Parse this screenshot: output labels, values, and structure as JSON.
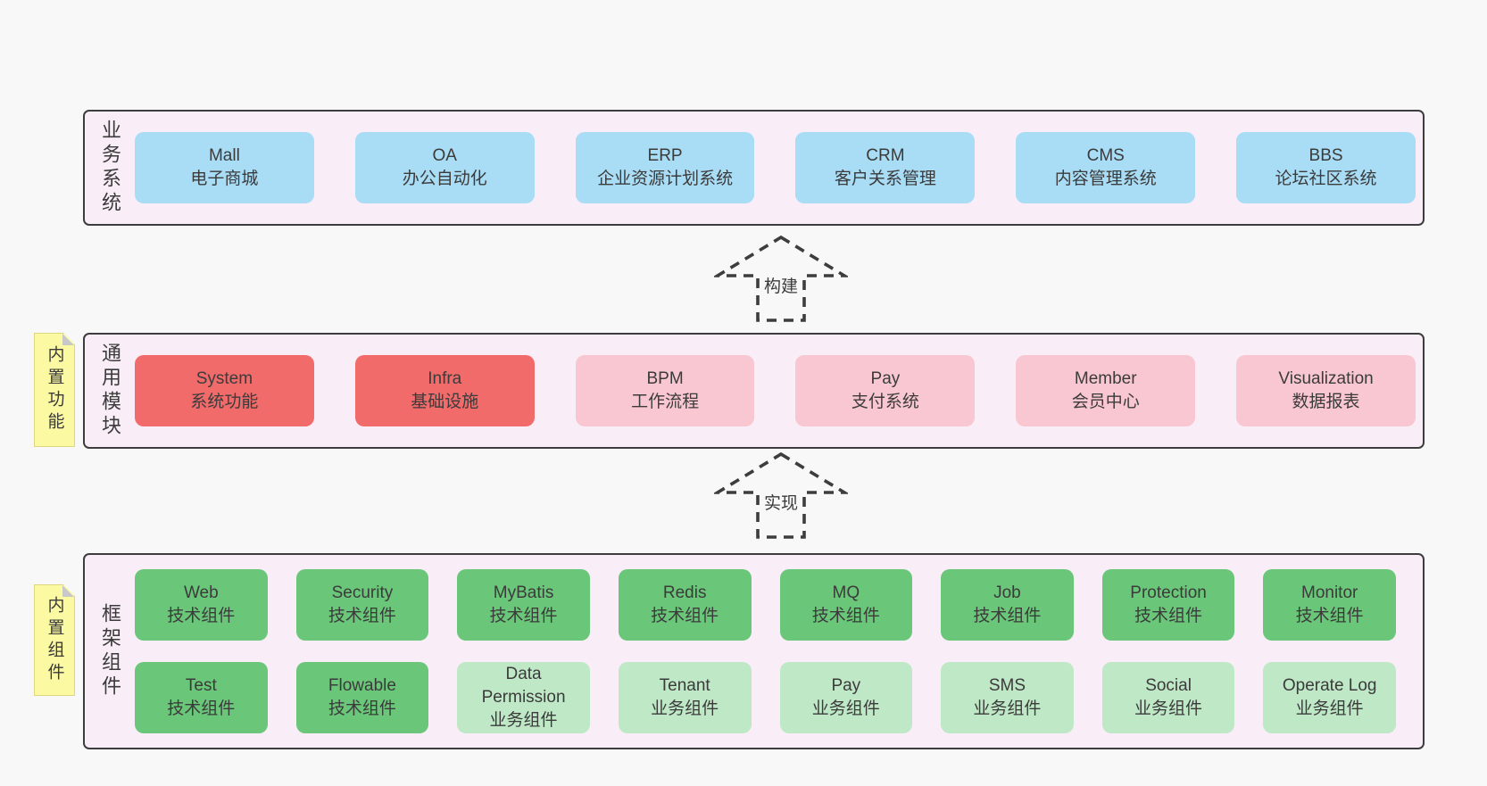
{
  "colors": {
    "page-bg": "#f8f8f8",
    "panel-bg": "#f9eef7",
    "line": "#3d3d3d",
    "text": "#3b3b3b",
    "box-blue": "#a9dcf5",
    "box-red": "#f16b6b",
    "box-pink": "#f9c7d1",
    "box-green": "#6ac678",
    "box-green-light": "#bfe8c7",
    "sticky-bg": "#fbf9a2",
    "sticky-fold": "#c8c8c8"
  },
  "arrows": [
    {
      "label": "构建"
    },
    {
      "label": "实现"
    }
  ],
  "sections": [
    {
      "label": "业务系统",
      "rows": [
        [
          {
            "name": "Mall",
            "desc": "电子商城"
          },
          {
            "name": "OA",
            "desc": "办公自动化"
          },
          {
            "name": "ERP",
            "desc": "企业资源计划系统"
          },
          {
            "name": "CRM",
            "desc": "客户关系管理"
          },
          {
            "name": "CMS",
            "desc": "内容管理系统"
          },
          {
            "name": "BBS",
            "desc": "论坛社区系统"
          }
        ]
      ]
    },
    {
      "label": "通用模块",
      "sticky": "内置功能",
      "rows": [
        [
          {
            "name": "System",
            "desc": "系统功能"
          },
          {
            "name": "Infra",
            "desc": "基础设施"
          },
          {
            "name": "BPM",
            "desc": "工作流程"
          },
          {
            "name": "Pay",
            "desc": "支付系统"
          },
          {
            "name": "Member",
            "desc": "会员中心"
          },
          {
            "name": "Visualization",
            "desc": "数据报表"
          }
        ]
      ]
    },
    {
      "label": "框架组件",
      "sticky": "内置组件",
      "rows": [
        [
          {
            "name": "Web",
            "desc": "技术组件"
          },
          {
            "name": "Security",
            "desc": "技术组件"
          },
          {
            "name": "MyBatis",
            "desc": "技术组件"
          },
          {
            "name": "Redis",
            "desc": "技术组件"
          },
          {
            "name": "MQ",
            "desc": "技术组件"
          },
          {
            "name": "Job",
            "desc": "技术组件"
          },
          {
            "name": "Protection",
            "desc": "技术组件"
          },
          {
            "name": "Monitor",
            "desc": "技术组件"
          }
        ],
        [
          {
            "name": "Test",
            "desc": "技术组件"
          },
          {
            "name": "Flowable",
            "desc": "技术组件"
          },
          {
            "name": "Data Permission",
            "desc": "业务组件"
          },
          {
            "name": "Tenant",
            "desc": "业务组件"
          },
          {
            "name": "Pay",
            "desc": "业务组件"
          },
          {
            "name": "SMS",
            "desc": "业务组件"
          },
          {
            "name": "Social",
            "desc": "业务组件"
          },
          {
            "name": "Operate Log",
            "desc": "业务组件"
          }
        ]
      ]
    }
  ]
}
